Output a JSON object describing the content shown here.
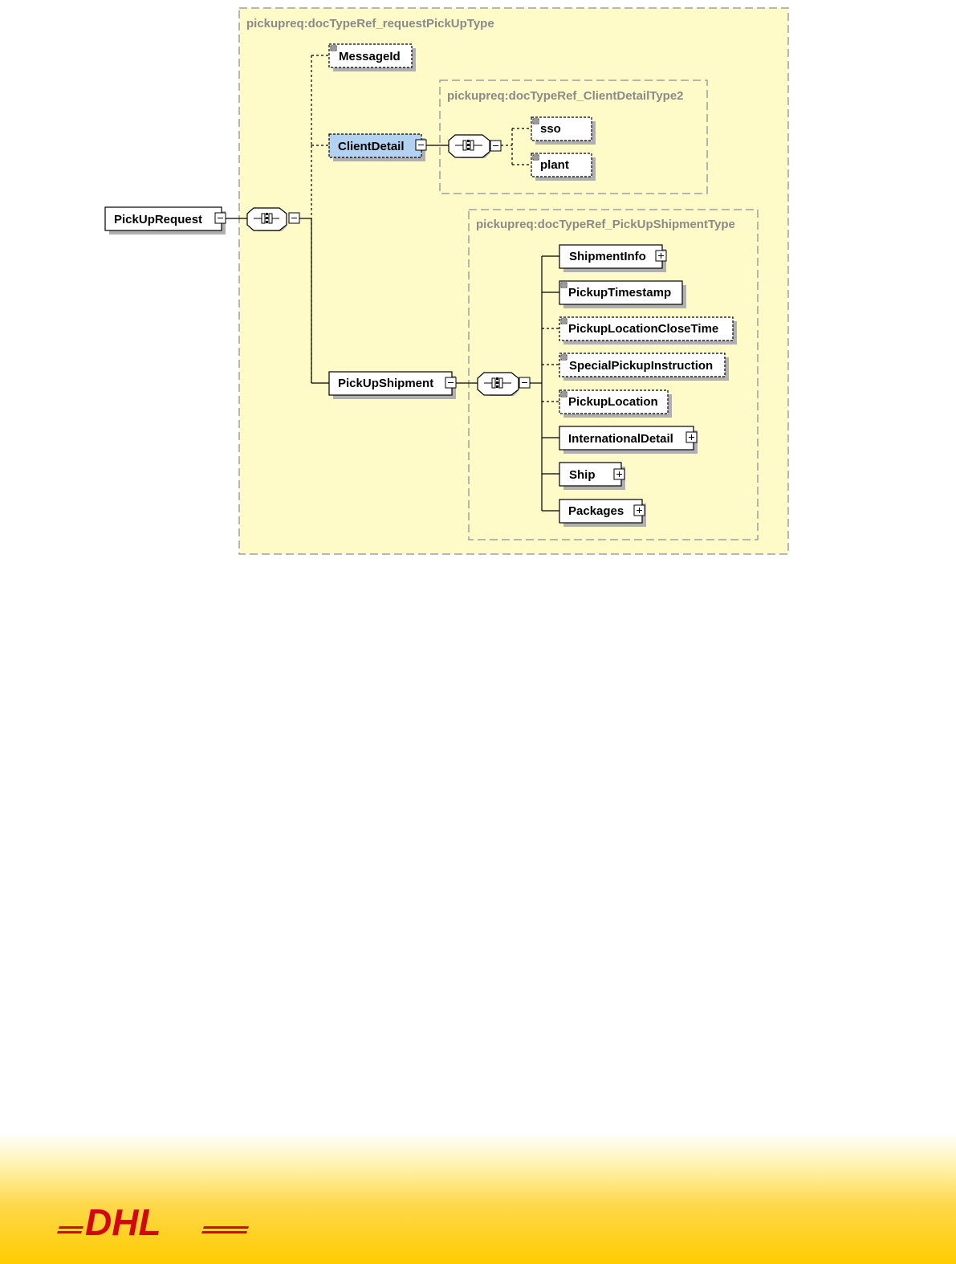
{
  "groups": {
    "request_type": "pickupreq:docTypeRef_requestPickUpType",
    "client_type": "pickupreq:docTypeRef_ClientDetailType2",
    "shipment_type": "pickupreq:docTypeRef_PickUpShipmentType"
  },
  "nodes": {
    "root": "PickUpRequest",
    "message_id": "MessageId",
    "client_detail": "ClientDetail",
    "sso": "sso",
    "plant": "plant",
    "pickup_shipment": "PickUpShipment",
    "shipment_info": "ShipmentInfo",
    "pickup_timestamp": "PickupTimestamp",
    "pickup_location_close_time": "PickupLocationCloseTime",
    "special_pickup_instruction": "SpecialPickupInstruction",
    "pickup_location": "PickupLocation",
    "international_detail": "InternationalDetail",
    "ship": "Ship",
    "packages": "Packages"
  },
  "logo": {
    "text": "DHL"
  },
  "colors": {
    "group_fill": "#fffbc8",
    "group_border": "#a0a0a0",
    "selected_node": "#b3d1f0",
    "footer_yellow": "#ffcc00",
    "logo_red": "#d40511"
  }
}
